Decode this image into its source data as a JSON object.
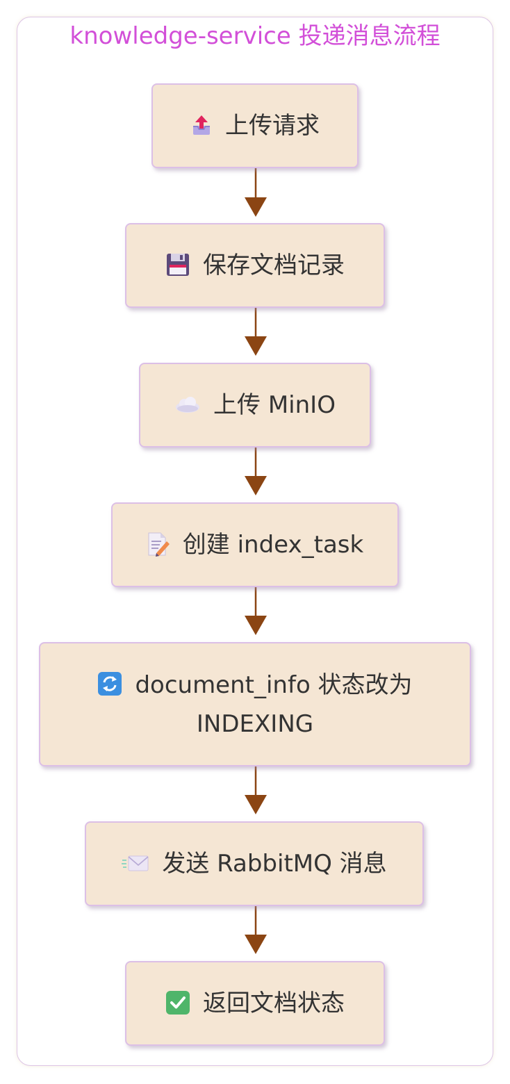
{
  "diagram": {
    "title": "knowledge-service 投递消息流程",
    "nodes": [
      {
        "id": "upload-request",
        "icon": "outbox-tray-icon",
        "label": "上传请求"
      },
      {
        "id": "save-document-record",
        "icon": "floppy-disk-icon",
        "label": "保存文档记录"
      },
      {
        "id": "upload-minio",
        "icon": "cloud-icon",
        "label": "上传 MinIO"
      },
      {
        "id": "create-index-task",
        "icon": "memo-icon",
        "label": "创建 index_task"
      },
      {
        "id": "set-status-indexing",
        "icon": "refresh-arrows-icon",
        "label_line1": "document_info 状态改为",
        "label_line2": "INDEXING"
      },
      {
        "id": "send-rabbitmq-message",
        "icon": "incoming-envelope-icon",
        "label": "发送 RabbitMQ 消息"
      },
      {
        "id": "return-document-status",
        "icon": "check-mark-button-icon",
        "label": "返回文档状态"
      }
    ],
    "edges": [
      {
        "from": "upload-request",
        "to": "save-document-record"
      },
      {
        "from": "save-document-record",
        "to": "upload-minio"
      },
      {
        "from": "upload-minio",
        "to": "create-index-task"
      },
      {
        "from": "create-index-task",
        "to": "set-status-indexing"
      },
      {
        "from": "set-status-indexing",
        "to": "send-rabbitmq-message"
      },
      {
        "from": "send-rabbitmq-message",
        "to": "return-document-status"
      }
    ],
    "colors": {
      "title": "#d24fd8",
      "node_fill": "#f5e6d4",
      "node_border": "#dcbfe6",
      "node_text": "#333333",
      "arrow": "#8b4513",
      "frame_border": "#dcc4e6"
    }
  }
}
